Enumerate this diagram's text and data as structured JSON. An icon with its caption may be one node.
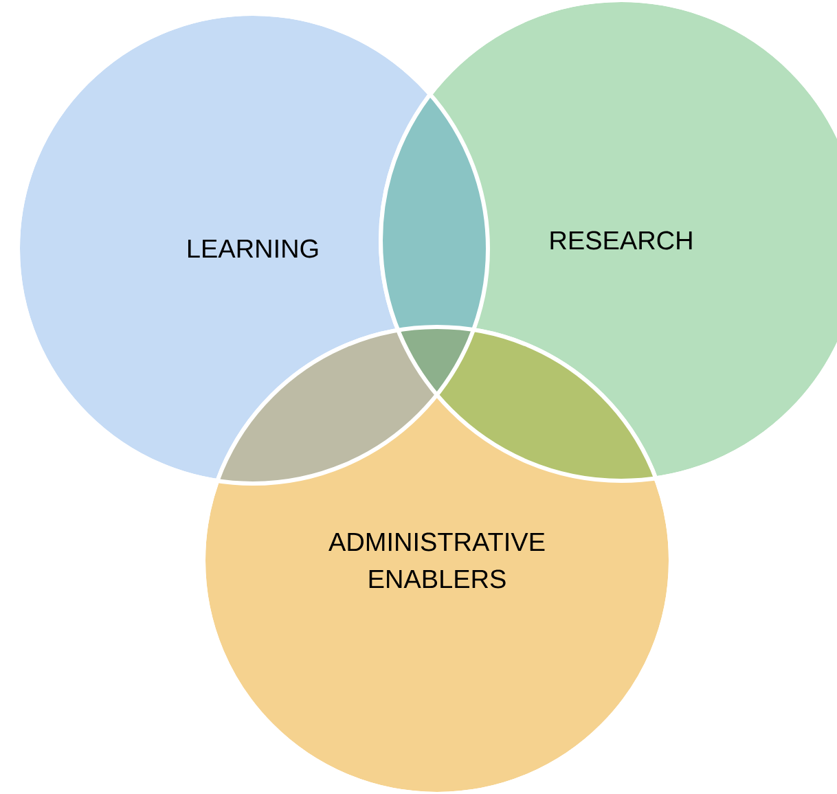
{
  "diagram": {
    "nodes": [
      {
        "text": [
          "LEARNING"
        ]
      },
      {
        "text": [
          "RESEARCH"
        ]
      },
      {
        "text": [
          "ADMINISTRATIVE ENABLERS"
        ]
      }
    ]
  }
}
